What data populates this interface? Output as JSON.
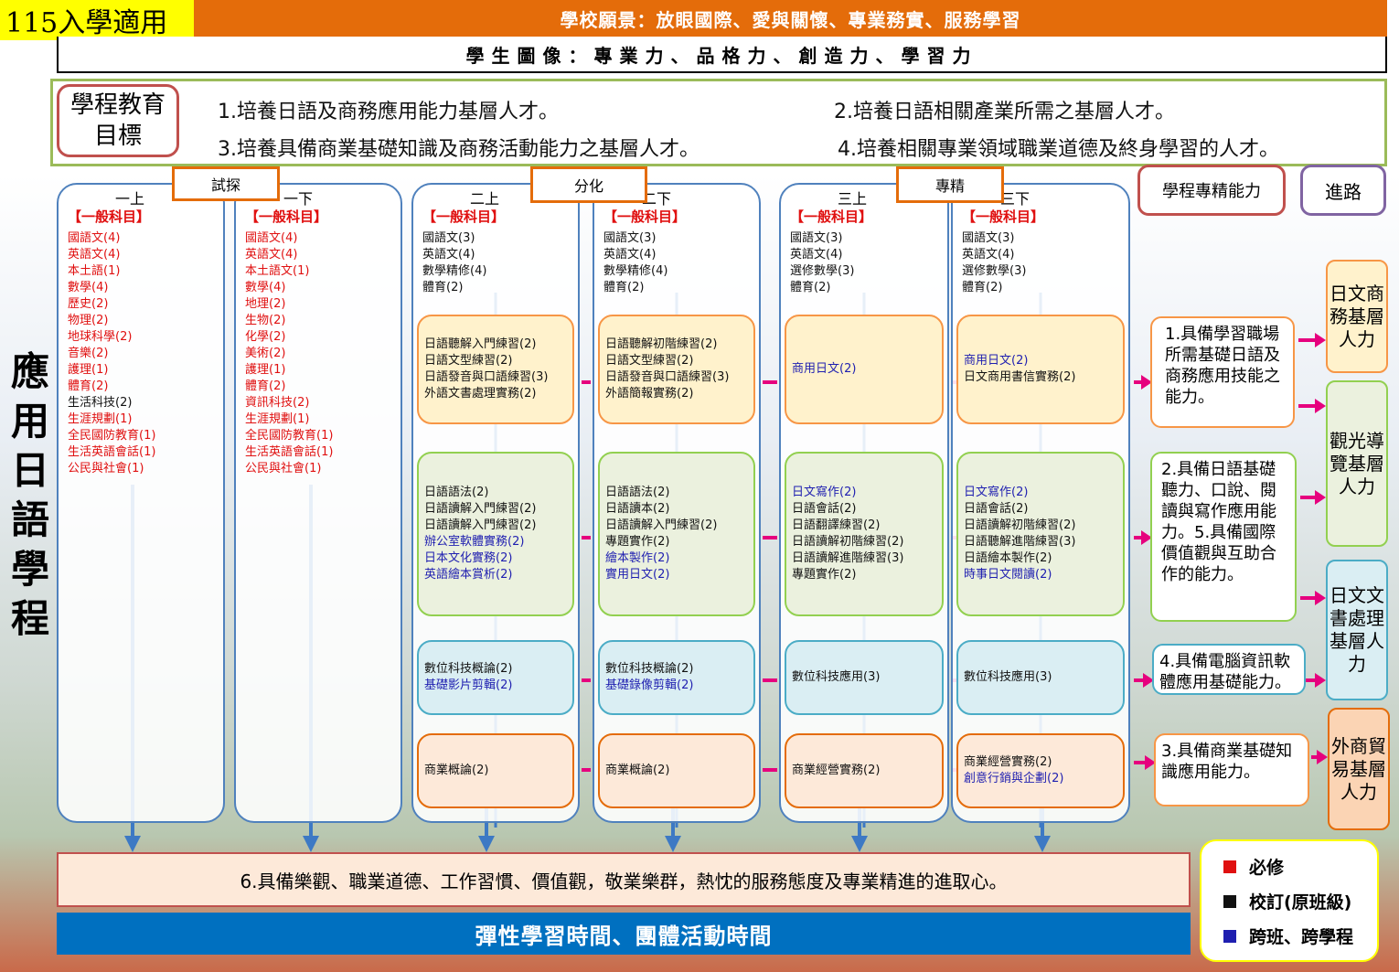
{
  "header": {
    "badge": "115入學適用",
    "vision": "學校願景：放眼國際、愛與關懷、專業務實、服務學習",
    "portrait": "學生圖像：專業力、品格力、創造力、學習力"
  },
  "goals": {
    "label": "學程教育目標",
    "items": [
      "1.培養日語及商務應用能力基層人才。",
      "2.培養日語相關產業所需之基層人才。",
      "3.培養具備商業基礎知識及商務活動能力之基層人才。",
      "4.培養相關專業領域職業道德及終身學習的人才。"
    ]
  },
  "program_title": "應用日語學程",
  "phases": [
    "試探",
    "分化",
    "專精"
  ],
  "header_right": {
    "ability": "學程專精能力",
    "path": "進路"
  },
  "semesters": [
    {
      "name": "一上",
      "general_title": "【一般科目】",
      "subjects": [
        {
          "t": "國語文(4)",
          "c": "red"
        },
        {
          "t": "英語文(4)",
          "c": "red"
        },
        {
          "t": "本土語(1)",
          "c": "red"
        },
        {
          "t": "數學(4)",
          "c": "red"
        },
        {
          "t": "歷史(2)",
          "c": "red"
        },
        {
          "t": "物理(2)",
          "c": "red"
        },
        {
          "t": "地球科學(2)",
          "c": "red"
        },
        {
          "t": "音樂(2)",
          "c": "red"
        },
        {
          "t": "護理(1)",
          "c": "red"
        },
        {
          "t": "體育(2)",
          "c": "red"
        },
        {
          "t": "生活科技(2)",
          "c": "blk"
        },
        {
          "t": "生涯規劃(1)",
          "c": "red"
        },
        {
          "t": "全民國防教育(1)",
          "c": "red"
        },
        {
          "t": "生活英語會話(1)",
          "c": "red"
        },
        {
          "t": "公民與社會(1)",
          "c": "red"
        }
      ]
    },
    {
      "name": "一下",
      "general_title": "【一般科目】",
      "subjects": [
        {
          "t": "國語文(4)",
          "c": "red"
        },
        {
          "t": "英語文(4)",
          "c": "red"
        },
        {
          "t": "本土語文(1)",
          "c": "red"
        },
        {
          "t": "數學(4)",
          "c": "red"
        },
        {
          "t": "地理(2)",
          "c": "red"
        },
        {
          "t": "生物(2)",
          "c": "red"
        },
        {
          "t": "化學(2)",
          "c": "red"
        },
        {
          "t": "美術(2)",
          "c": "red"
        },
        {
          "t": "護理(1)",
          "c": "red"
        },
        {
          "t": "體育(2)",
          "c": "red"
        },
        {
          "t": "資訊科技(2)",
          "c": "red"
        },
        {
          "t": "生涯規劃(1)",
          "c": "red"
        },
        {
          "t": "全民國防教育(1)",
          "c": "red"
        },
        {
          "t": "生活英語會話(1)",
          "c": "red"
        },
        {
          "t": "公民與社會(1)",
          "c": "red"
        }
      ]
    },
    {
      "name": "二上",
      "general_title": "【一般科目】",
      "subjects": [
        "國語文(3)",
        "英語文(4)",
        "數學精修(4)",
        "體育(2)"
      ],
      "boxes": [
        [
          {
            "t": "日語聽解入門練習(2)",
            "c": "blk"
          },
          {
            "t": "日語文型練習(2)",
            "c": "blk"
          },
          {
            "t": "日語發音與口語練習(3)",
            "c": "blk"
          },
          {
            "t": "外語文書處理實務(2)",
            "c": "blk"
          }
        ],
        [
          {
            "t": "日語語法(2)",
            "c": "blk"
          },
          {
            "t": "日語讀解入門練習(2)",
            "c": "blk"
          },
          {
            "t": "日語讀解入門練習(2)",
            "c": "blk"
          },
          {
            "t": "辦公室軟體實務(2)",
            "c": "blu"
          },
          {
            "t": "日本文化實務(2)",
            "c": "blu"
          },
          {
            "t": "英語繪本賞析(2)",
            "c": "blu"
          }
        ],
        [
          {
            "t": "數位科技概論(2)",
            "c": "blk"
          },
          {
            "t": "基礎影片剪輯(2)",
            "c": "blu"
          }
        ],
        [
          {
            "t": "商業概論(2)",
            "c": "blk"
          }
        ]
      ]
    },
    {
      "name": "二下",
      "general_title": "【一般科目】",
      "subjects": [
        "國語文(3)",
        "英語文(4)",
        "數學精修(4)",
        "體育(2)"
      ],
      "boxes": [
        [
          {
            "t": "日語聽解初階練習(2)",
            "c": "blk"
          },
          {
            "t": "日語文型練習(2)",
            "c": "blk"
          },
          {
            "t": "日語發音與口語練習(3)",
            "c": "blk"
          },
          {
            "t": "外語簡報實務(2)",
            "c": "blk"
          }
        ],
        [
          {
            "t": "日語語法(2)",
            "c": "blk"
          },
          {
            "t": "日語讀本(2)",
            "c": "blk"
          },
          {
            "t": "日語讀解入門練習(2)",
            "c": "blk"
          },
          {
            "t": "專題實作(2)",
            "c": "blk"
          },
          {
            "t": "繪本製作(2)",
            "c": "blu"
          },
          {
            "t": "實用日文(2)",
            "c": "blu"
          }
        ],
        [
          {
            "t": "數位科技概論(2)",
            "c": "blk"
          },
          {
            "t": "基礎錄像剪輯(2)",
            "c": "blu"
          }
        ],
        [
          {
            "t": "商業概論(2)",
            "c": "blk"
          }
        ]
      ]
    },
    {
      "name": "三上",
      "general_title": "【一般科目】",
      "subjects": [
        "國語文(3)",
        "英語文(4)",
        "選修數學(3)",
        "體育(2)"
      ],
      "boxes": [
        [
          {
            "t": "商用日文(2)",
            "c": "blu"
          }
        ],
        [
          {
            "t": "日文寫作(2)",
            "c": "blu"
          },
          {
            "t": "日語會話(2)",
            "c": "blk"
          },
          {
            "t": "日語翻譯練習(2)",
            "c": "blk"
          },
          {
            "t": "日語讀解初階練習(2)",
            "c": "blk"
          },
          {
            "t": "日語讀解進階練習(3)",
            "c": "blk"
          },
          {
            "t": "專題實作(2)",
            "c": "blk"
          }
        ],
        [
          {
            "t": "數位科技應用(3)",
            "c": "blk"
          }
        ],
        [
          {
            "t": "商業經營實務(2)",
            "c": "blk"
          }
        ]
      ]
    },
    {
      "name": "三下",
      "general_title": "【一般科目】",
      "subjects": [
        "國語文(3)",
        "英語文(4)",
        "選修數學(3)",
        "體育(2)"
      ],
      "boxes": [
        [
          {
            "t": "商用日文(2)",
            "c": "blu"
          },
          {
            "t": "日文商用書信實務(2)",
            "c": "blk"
          }
        ],
        [
          {
            "t": "日文寫作(2)",
            "c": "blu"
          },
          {
            "t": "日語會話(2)",
            "c": "blk"
          },
          {
            "t": "日語讀解初階練習(2)",
            "c": "blk"
          },
          {
            "t": "日語聽解進階練習(3)",
            "c": "blk"
          },
          {
            "t": "日語繪本製作(2)",
            "c": "blk"
          },
          {
            "t": "時事日文閱讀(2)",
            "c": "blu"
          }
        ],
        [
          {
            "t": "數位科技應用(3)",
            "c": "blk"
          }
        ],
        [
          {
            "t": "商業經營實務(2)",
            "c": "blk"
          },
          {
            "t": "創意行銷與企劃(2)",
            "c": "blu"
          }
        ]
      ]
    }
  ],
  "abilities": [
    "1.具備學習職場所需基礎日語及商務應用技能之能力。",
    "2.具備日語基礎聽力、口說、閱讀與寫作應用能力。5.具備國際價值觀與互助合作的能力。",
    "4.具備電腦資訊軟體應用基礎能力。",
    "3.具備商業基礎知識應用能力。"
  ],
  "careers": [
    "日文商務基層人力",
    "觀光導覽基層人力",
    "日文文書處理基層人力",
    "外商貿易基層人力"
  ],
  "competency": "6.具備樂觀、職業道德、工作習慣、價值觀，敬業樂群，熱忱的服務態度及專業精進的進取心。",
  "flex_time": "彈性學習時間、團體活動時間",
  "legend": [
    {
      "label": "必修",
      "color": "#e01010"
    },
    {
      "label": "校訂(原班級)",
      "color": "#111111"
    },
    {
      "label": "跨班、跨學程",
      "color": "#1f1fb0"
    }
  ],
  "colors": {
    "required": "#e01010",
    "school": "#111111",
    "cross": "#1f1fb0",
    "accent": "#e46c0a",
    "column_border": "#4f81bd",
    "connector": "#e6007e",
    "arrow": "#3d79c4"
  }
}
